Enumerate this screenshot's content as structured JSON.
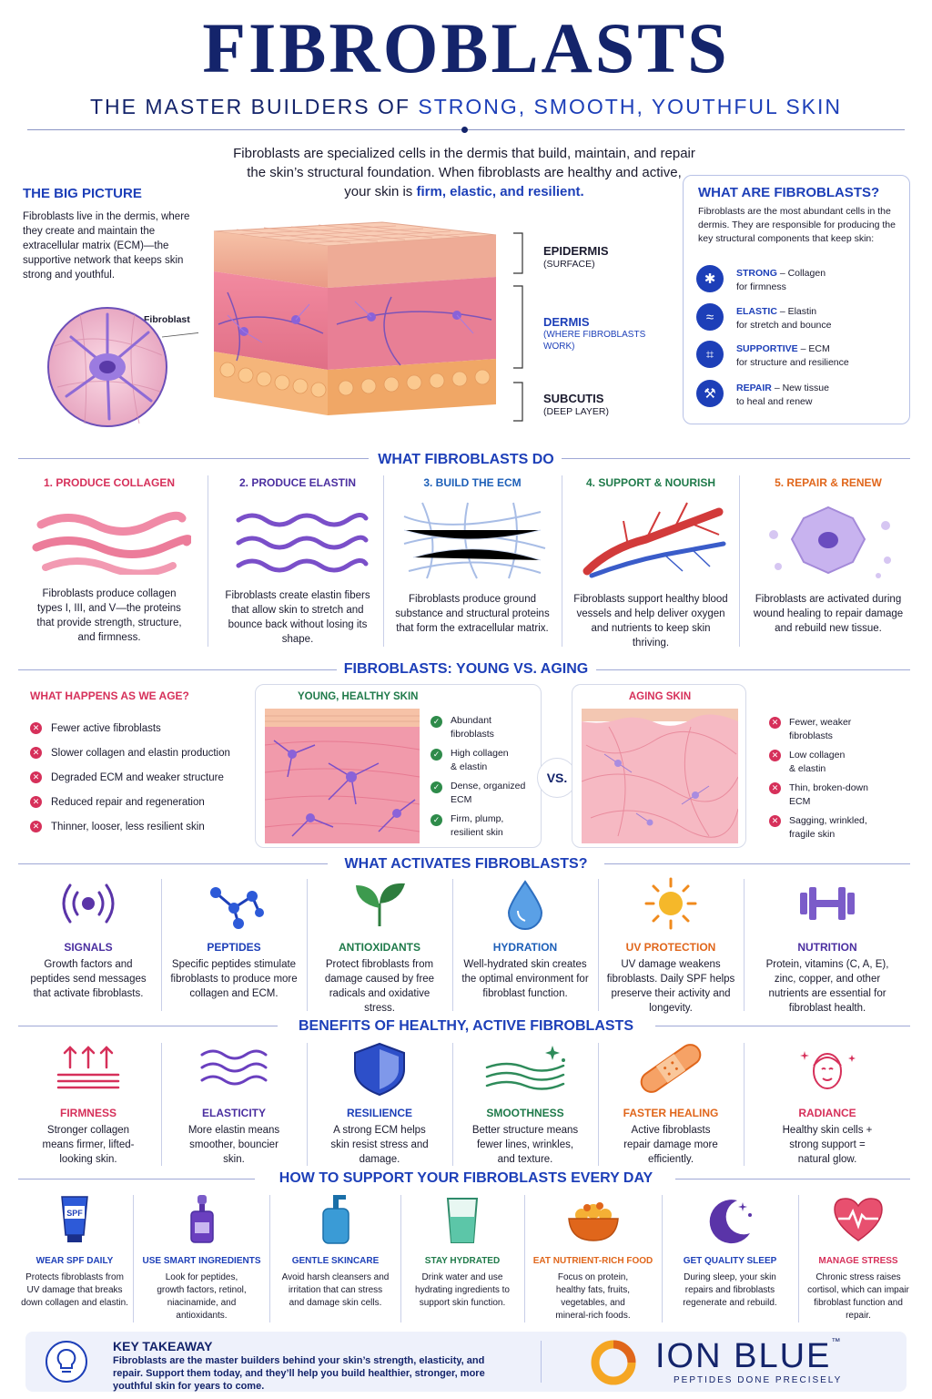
{
  "header": {
    "title": "FIBROBLASTS",
    "subtitle_a": "THE MASTER BUILDERS OF ",
    "subtitle_b": "STRONG, SMOOTH, YOUTHFUL SKIN",
    "intro_1": "Fibroblasts are specialized cells in the dermis that build, maintain, and repair",
    "intro_2": "the skin’s structural foundation. When fibroblasts are healthy and active,",
    "intro_3a": "your skin is ",
    "intro_3b": "firm, elastic, and resilient."
  },
  "big_picture": {
    "heading": "THE BIG PICTURE",
    "text": "Fibroblasts live in the dermis, where they create and maintain the extracellular matrix (ECM)—the supportive network that keeps skin strong and youthful.",
    "fibroblast_label": "Fibroblast"
  },
  "layers": [
    {
      "name": "EPIDERMIS",
      "sub": "(SURFACE)"
    },
    {
      "name": "DERMIS",
      "sub": "(WHERE FIBROBLASTS WORK)"
    },
    {
      "name": "SUBCUTIS",
      "sub": "(DEEP LAYER)"
    }
  ],
  "what_are": {
    "heading": "WHAT ARE FIBROBLASTS?",
    "text": "Fibroblasts are the most abundant cells in the dermis. They are responsible for producing the key structural components that keep skin:",
    "items": [
      {
        "key": "STRONG",
        "line1": " – Collagen",
        "line2": "for firmness",
        "icon": "muscle-icon"
      },
      {
        "key": "ELASTIC",
        "line1": " – Elastin",
        "line2": "for stretch and bounce",
        "icon": "wave-icon"
      },
      {
        "key": "SUPPORTIVE",
        "line1": " – ECM",
        "line2": "for structure and resilience",
        "icon": "mesh-icon"
      },
      {
        "key": "REPAIR",
        "line1": " – New tissue",
        "line2": "to heal and renew",
        "icon": "wrench-icon"
      }
    ]
  },
  "do": {
    "heading": "WHAT FIBROBLASTS DO",
    "items": [
      {
        "title": "1. PRODUCE COLLAGEN",
        "color": "#d6305a",
        "text": "Fibroblasts produce collagen types I, III, and V—the proteins that provide strength, structure, and firmness."
      },
      {
        "title": "2. PRODUCE ELASTIN",
        "color": "#4b2fa0",
        "text": "Fibroblasts create elastin fibers that allow skin to stretch and bounce back without losing its shape."
      },
      {
        "title": "3. BUILD THE ECM",
        "color": "#1d5fb8",
        "text": "Fibroblasts produce ground substance and structural proteins that form the extracellular matrix."
      },
      {
        "title": "4. SUPPORT & NOURISH",
        "color": "#1f7a4a",
        "text": "Fibroblasts support healthy blood vessels and help deliver oxygen and nutrients to keep skin thriving."
      },
      {
        "title": "5. REPAIR & RENEW",
        "color": "#e0661b",
        "text": "Fibroblasts are activated during wound healing to repair damage and rebuild new tissue."
      }
    ]
  },
  "aging": {
    "heading": "FIBROBLASTS: YOUNG VS. AGING",
    "what_happens": "WHAT HAPPENS AS WE AGE?",
    "age_list": [
      "Fewer active fibroblasts",
      "Slower collagen and elastin production",
      "Degraded ECM and weaker structure",
      "Reduced repair and regeneration",
      "Thinner, looser, less resilient skin"
    ],
    "young_title": "YOUNG, HEALTHY SKIN",
    "young_list": [
      [
        "Abundant",
        "fibroblasts"
      ],
      [
        "High collagen",
        "& elastin"
      ],
      [
        "Dense, organized",
        "ECM"
      ],
      [
        "Firm, plump,",
        "resilient skin"
      ]
    ],
    "vs": "VS.",
    "aging_title": "AGING SKIN",
    "aging_list": [
      [
        "Fewer, weaker",
        "fibroblasts"
      ],
      [
        "Low collagen",
        "& elastin"
      ],
      [
        "Thin, broken-down",
        "ECM"
      ],
      [
        "Sagging, wrinkled,",
        "fragile skin"
      ]
    ]
  },
  "activates": {
    "heading": "WHAT ACTIVATES FIBROBLASTS?",
    "items": [
      {
        "title": "SIGNALS",
        "color": "#4b2fa0",
        "icon": "signal-icon",
        "text": "Growth factors and peptides send messages that activate fibroblasts."
      },
      {
        "title": "PEPTIDES",
        "color": "#1d3fb8",
        "icon": "molecule-icon",
        "text": "Specific peptides stimulate fibroblasts to produce more collagen and ECM."
      },
      {
        "title": "ANTIOXIDANTS",
        "color": "#1f7a4a",
        "icon": "leaf-icon",
        "text": "Protect fibroblasts from damage caused by free radicals and oxidative stress."
      },
      {
        "title": "HYDRATION",
        "color": "#1d5fb8",
        "icon": "droplet-icon",
        "text": "Well-hydrated skin creates the optimal environment for fibroblast function."
      },
      {
        "title": "UV PROTECTION",
        "color": "#e0661b",
        "icon": "sun-icon",
        "text": "UV damage weakens fibroblasts. Daily SPF helps preserve their activity and longevity."
      },
      {
        "title": "NUTRITION",
        "color": "#4b2fa0",
        "icon": "dumbbell-icon",
        "text": "Protein, vitamins (C, A, E), zinc, copper, and other nutrients are essential for fibroblast health."
      }
    ]
  },
  "benefits": {
    "heading": "BENEFITS OF HEALTHY, ACTIVE FIBROBLASTS",
    "items": [
      {
        "title": "FIRMNESS",
        "color": "#d6305a",
        "icon": "lift-arrows-icon",
        "text": "Stronger collagen means firmer, lifted-looking skin."
      },
      {
        "title": "ELASTICITY",
        "color": "#4b2fa0",
        "icon": "waves-icon",
        "text": "More elastin means smoother, bouncier skin."
      },
      {
        "title": "RESILIENCE",
        "color": "#1d3fb8",
        "icon": "shield-icon",
        "text": "A strong ECM helps skin resist stress and damage."
      },
      {
        "title": "SMOOTHNESS",
        "color": "#1f7a4a",
        "icon": "smooth-lines-icon",
        "text": "Better structure means fewer lines, wrinkles, and texture."
      },
      {
        "title": "FASTER HEALING",
        "color": "#e0661b",
        "icon": "bandage-icon",
        "text": "Active fibroblasts repair damage more efficiently."
      },
      {
        "title": "RADIANCE",
        "color": "#d6305a",
        "icon": "face-glow-icon",
        "text": "Healthy skin cells + strong support = natural glow."
      }
    ]
  },
  "support": {
    "heading": "HOW TO SUPPORT YOUR FIBROBLASTS EVERY DAY",
    "items": [
      {
        "title": "WEAR SPF DAILY",
        "color": "#1d3fb8",
        "icon": "spf-tube-icon",
        "spf": "SPF",
        "text": "Protects fibroblasts from UV damage that breaks down collagen and elastin."
      },
      {
        "title": "USE SMART INGREDIENTS",
        "color": "#1d3fb8",
        "icon": "dropper-bottle-icon",
        "text": "Look for peptides, growth factors, retinol, niacinamide, and antioxidants."
      },
      {
        "title": "GENTLE SKINCARE",
        "color": "#1d3fb8",
        "icon": "pump-bottle-icon",
        "text": "Avoid harsh cleansers and irritation that can stress and damage skin cells."
      },
      {
        "title": "STAY HYDRATED",
        "color": "#1f7a4a",
        "icon": "water-glass-icon",
        "text": "Drink water and use hydrating ingredients to support skin function."
      },
      {
        "title": "EAT NUTRIENT-RICH FOOD",
        "color": "#e0661b",
        "icon": "food-bowl-icon",
        "text": "Focus on protein, healthy fats, fruits, vegetables, and mineral-rich foods."
      },
      {
        "title": "GET QUALITY SLEEP",
        "color": "#1d3fb8",
        "icon": "moon-icon",
        "text": "During sleep, your skin repairs and fibroblasts regenerate and rebuild."
      },
      {
        "title": "MANAGE STRESS",
        "color": "#d6305a",
        "icon": "heart-pulse-icon",
        "text": "Chronic stress raises cortisol, which can impair fibroblast function and repair."
      }
    ]
  },
  "takeaway": {
    "heading": "KEY TAKEAWAY",
    "text": "Fibroblasts are the master builders behind your skin’s strength, elasticity, and repair. Support them today, and they’ll help you build healthier, stronger, more youthful skin for years to come."
  },
  "brand": {
    "name": "ION BLUE",
    "tm": "™",
    "tagline": "PEPTIDES DONE PRECISELY"
  }
}
